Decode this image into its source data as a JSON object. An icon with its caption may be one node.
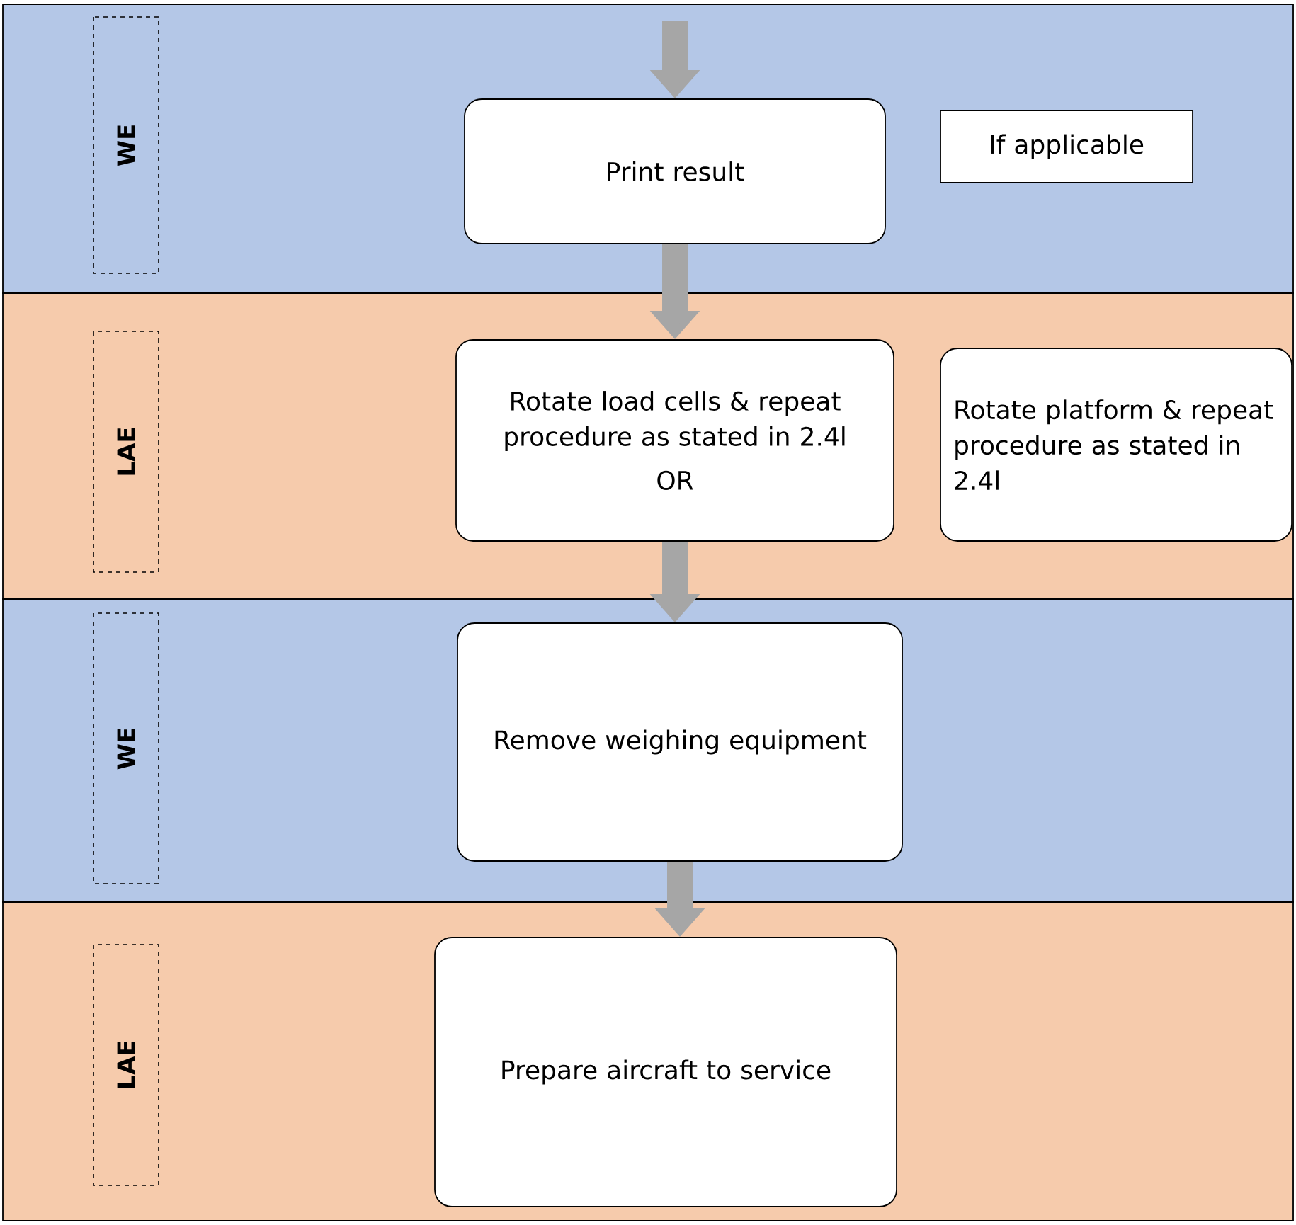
{
  "diagram": {
    "nodes": [
      {
        "text": [],
        "shape": "band"
      },
      {
        "text": [
          "WE"
        ],
        "in": 0
      },
      {
        "text": [
          "Print result"
        ],
        "in": 0
      },
      {
        "text": [
          "If applicable"
        ],
        "in": 0
      },
      {
        "text": [],
        "shape": "band"
      },
      {
        "text": [
          "LAE"
        ],
        "in": 4
      },
      {
        "text": [
          "Rotate load cells & repeat procedure as stated in 2.4l",
          "OR"
        ],
        "in": 4
      },
      {
        "text": [
          "Rotate platform & repeat procedure as stated in 2.4l"
        ],
        "in": 4
      },
      {
        "text": [],
        "shape": "band"
      },
      {
        "text": [
          "WE"
        ],
        "in": 8
      },
      {
        "text": [
          "Remove weighing equipment"
        ],
        "in": 8
      },
      {
        "text": [],
        "shape": "band"
      },
      {
        "text": [
          "LAE"
        ],
        "in": 11
      },
      {
        "text": [
          "Prepare aircraft to service"
        ],
        "in": 11
      }
    ],
    "edges": [
      {
        "from": null,
        "to": 2,
        "arrow": "to"
      },
      {
        "from": 2,
        "to": 6,
        "arrow": "to"
      },
      {
        "from": 6,
        "to": 10,
        "arrow": "to"
      },
      {
        "from": 10,
        "to": 13,
        "arrow": "to"
      }
    ]
  }
}
